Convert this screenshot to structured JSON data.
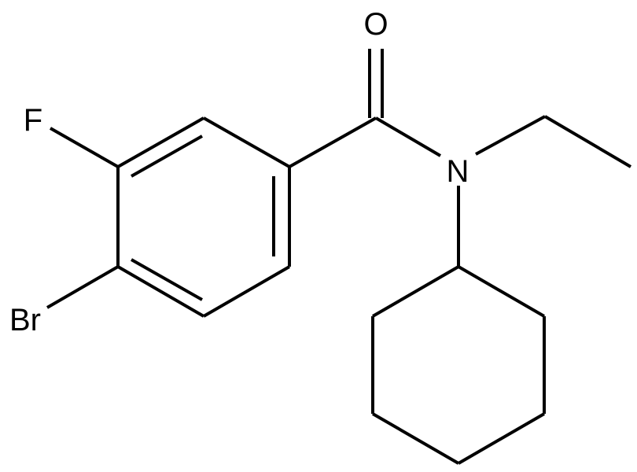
{
  "molecule": {
    "atoms": {
      "oxygen": "O",
      "nitrogen": "N",
      "fluorine": "F",
      "bromine": "Br"
    }
  },
  "colors": {
    "bond": "#000000",
    "label": "#000000",
    "background": "#ffffff"
  }
}
